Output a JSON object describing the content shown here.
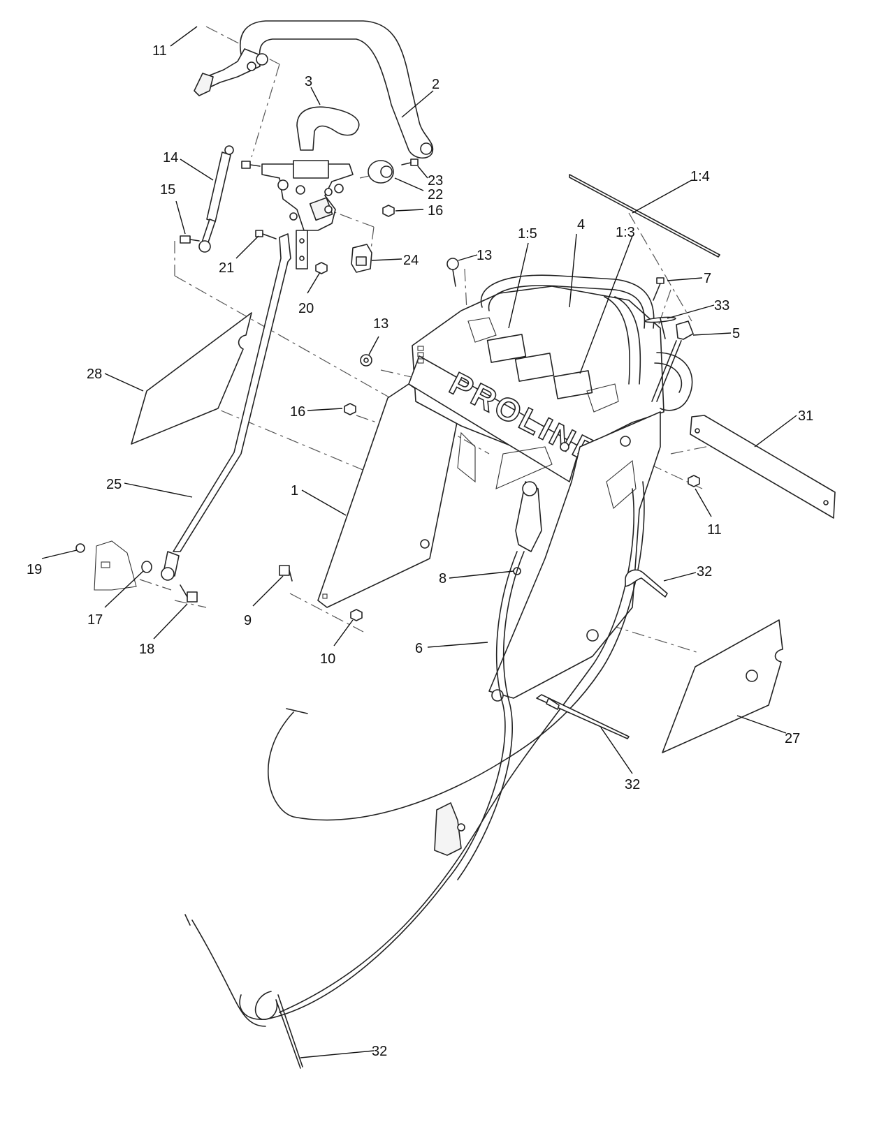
{
  "diagram": {
    "logo_text": "PROLINE",
    "callouts": [
      {
        "id": "c-11a",
        "label": "11"
      },
      {
        "id": "c-2",
        "label": "2"
      },
      {
        "id": "c-3",
        "label": "3"
      },
      {
        "id": "c-14",
        "label": "14"
      },
      {
        "id": "c-15",
        "label": "15"
      },
      {
        "id": "c-23",
        "label": "23"
      },
      {
        "id": "c-22",
        "label": "22"
      },
      {
        "id": "c-16a",
        "label": "16"
      },
      {
        "id": "c-1-4",
        "label": "1:4"
      },
      {
        "id": "c-4",
        "label": "4"
      },
      {
        "id": "c-1-5",
        "label": "1:5"
      },
      {
        "id": "c-13a",
        "label": "13"
      },
      {
        "id": "c-24",
        "label": "24"
      },
      {
        "id": "c-21",
        "label": "21"
      },
      {
        "id": "c-20",
        "label": "20"
      },
      {
        "id": "c-7",
        "label": "7"
      },
      {
        "id": "c-1-3",
        "label": "1:3"
      },
      {
        "id": "c-33",
        "label": "33"
      },
      {
        "id": "c-13b",
        "label": "13"
      },
      {
        "id": "c-5",
        "label": "5"
      },
      {
        "id": "c-28",
        "label": "28"
      },
      {
        "id": "c-16b",
        "label": "16"
      },
      {
        "id": "c-31",
        "label": "31"
      },
      {
        "id": "c-25",
        "label": "25"
      },
      {
        "id": "c-1",
        "label": "1"
      },
      {
        "id": "c-11b",
        "label": "11"
      },
      {
        "id": "c-19",
        "label": "19"
      },
      {
        "id": "c-8",
        "label": "8"
      },
      {
        "id": "c-32a",
        "label": "32"
      },
      {
        "id": "c-17",
        "label": "17"
      },
      {
        "id": "c-9",
        "label": "9"
      },
      {
        "id": "c-18",
        "label": "18"
      },
      {
        "id": "c-10",
        "label": "10"
      },
      {
        "id": "c-6",
        "label": "6"
      },
      {
        "id": "c-27",
        "label": "27"
      },
      {
        "id": "c-32b",
        "label": "32"
      },
      {
        "id": "c-32c",
        "label": "32"
      }
    ]
  }
}
